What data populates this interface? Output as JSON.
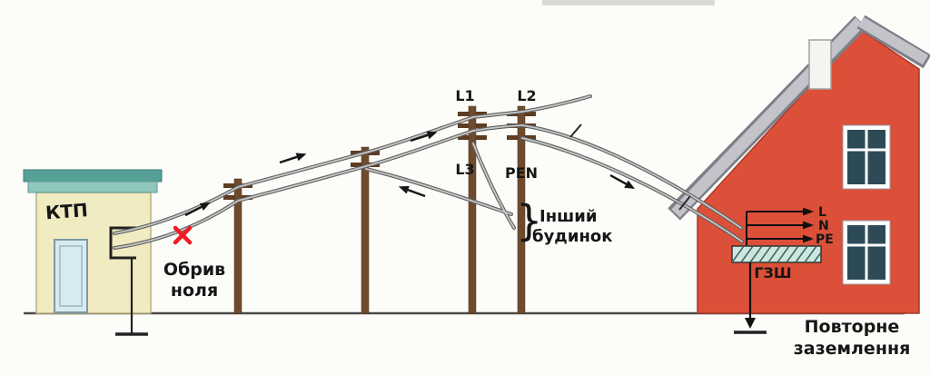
{
  "scene": {
    "substation": {
      "label": "КТП"
    },
    "line_labels": {
      "l1": "L1",
      "l2": "L2",
      "l3": "L3",
      "pen": "PEN"
    },
    "break": {
      "line1": "Обрив",
      "line2": "ноля"
    },
    "other_house": {
      "brace": "}",
      "line1": "Інший",
      "line2": "будинок"
    },
    "house": {
      "terminal_l": "L",
      "terminal_n": "N",
      "terminal_pe": "PE",
      "bus": "ГЗШ"
    },
    "regrounding": {
      "line1": "Повторне",
      "line2": "заземлення"
    }
  },
  "colors": {
    "substation_wall": "#f1ebc2",
    "substation_roof_dark": "#57a098",
    "substation_roof_light": "#90c7be",
    "door": "#d6ebf0",
    "pole_brown": "#6f4b2d",
    "wire_gray": "#c6c6c6",
    "wire_edge": "#5f5f5f",
    "house_red": "#dc4f38",
    "roof_gray": "#c3c3ca",
    "window_pane": "#2d4a57",
    "break_red": "#ee1c23",
    "terminal_red": "#c11616",
    "bus_fill": "#cfe6df",
    "bus_hatch": "#3a6b63",
    "ink": "#161616",
    "ground_line": "#4a4a4a"
  }
}
